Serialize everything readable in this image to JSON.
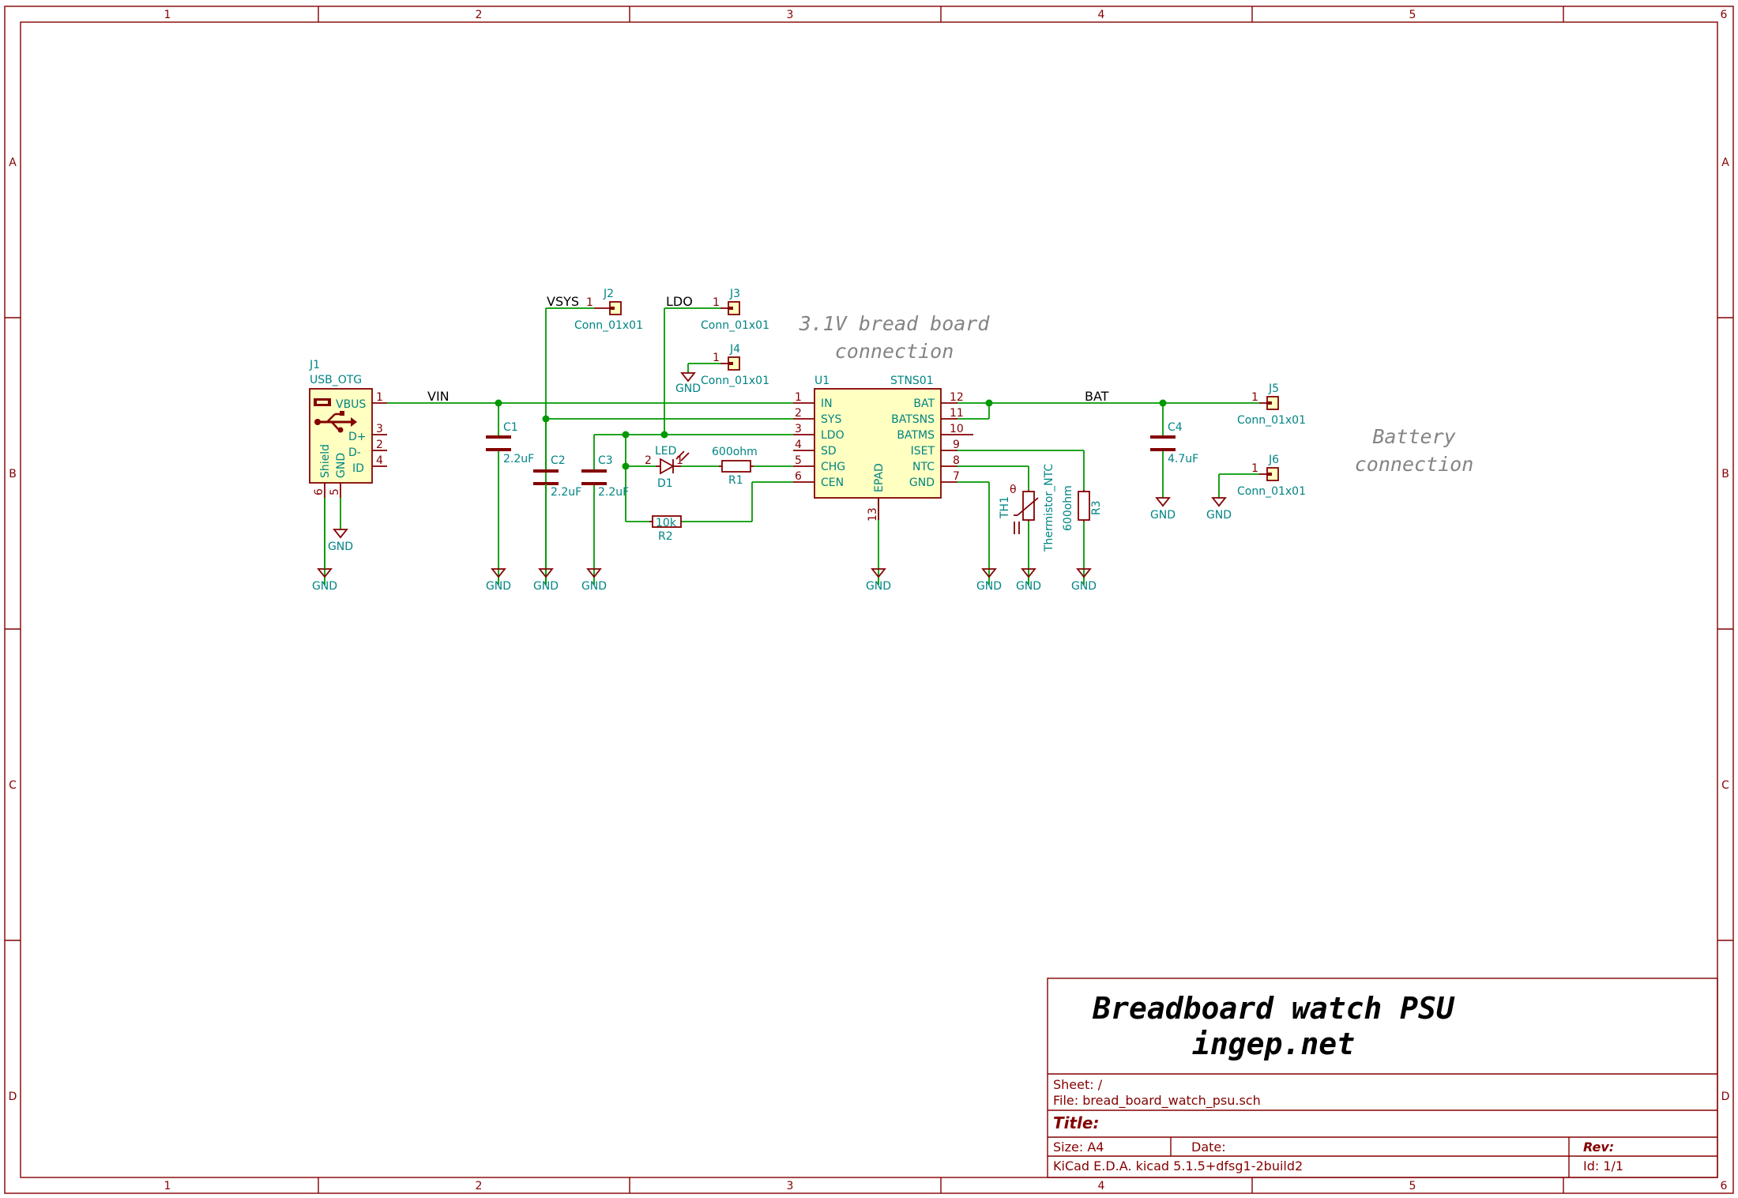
{
  "frame": {
    "columns": [
      "1",
      "2",
      "3",
      "4",
      "5",
      "6"
    ],
    "rows": [
      "A",
      "B",
      "C",
      "D"
    ]
  },
  "notes": {
    "board_line1": "3.1V bread board",
    "board_line2": "connection",
    "battery_line1": "Battery",
    "battery_line2": "connection"
  },
  "nets": {
    "vin": "VIN",
    "vsys": "VSYS",
    "ldo": "LDO",
    "bat": "BAT",
    "gnd": "GND"
  },
  "components": {
    "j1": {
      "ref": "J1",
      "value": "USB_OTG",
      "pins": [
        "VBUS",
        "D+",
        "D-",
        "ID",
        "Shield",
        "GND"
      ],
      "pin_numbers": [
        "1",
        "3",
        "2",
        "4",
        "6",
        "5"
      ]
    },
    "j2": {
      "ref": "J2",
      "value": "Conn_01x01",
      "pin": "1"
    },
    "j3": {
      "ref": "J3",
      "value": "Conn_01x01",
      "pin": "1"
    },
    "j4": {
      "ref": "J4",
      "value": "Conn_01x01",
      "pin": "1"
    },
    "j5": {
      "ref": "J5",
      "value": "Conn_01x01",
      "pin": "1"
    },
    "j6": {
      "ref": "J6",
      "value": "Conn_01x01",
      "pin": "1"
    },
    "c1": {
      "ref": "C1",
      "value": "2.2uF"
    },
    "c2": {
      "ref": "C2",
      "value": "2.2uF"
    },
    "c3": {
      "ref": "C3",
      "value": "2.2uF"
    },
    "c4": {
      "ref": "C4",
      "value": "4.7uF"
    },
    "d1": {
      "ref": "D1",
      "value": "LED",
      "pin_a": "2",
      "pin_k": "1"
    },
    "r1": {
      "ref": "R1",
      "value": "600ohm"
    },
    "r2": {
      "ref": "R2",
      "value": "10k"
    },
    "r3": {
      "ref": "R3",
      "value": "600ohm"
    },
    "th1": {
      "ref": "TH1",
      "value": "Thermistor_NTC"
    },
    "u1": {
      "ref": "U1",
      "value": "STNS01",
      "left_pins": [
        {
          "num": "1",
          "name": "IN"
        },
        {
          "num": "2",
          "name": "SYS"
        },
        {
          "num": "3",
          "name": "LDO"
        },
        {
          "num": "4",
          "name": "SD"
        },
        {
          "num": "5",
          "name": "CHG"
        },
        {
          "num": "6",
          "name": "CEN"
        }
      ],
      "right_pins": [
        {
          "num": "12",
          "name": "BAT"
        },
        {
          "num": "11",
          "name": "BATSNS"
        },
        {
          "num": "10",
          "name": "BATMS"
        },
        {
          "num": "9",
          "name": "ISET"
        },
        {
          "num": "8",
          "name": "NTC"
        },
        {
          "num": "7",
          "name": "GND"
        }
      ],
      "bottom_pin": {
        "num": "13",
        "name": "EPAD"
      }
    }
  },
  "title_block": {
    "big_title_line1": "Breadboard watch PSU",
    "big_title_line2": "ingep.net",
    "sheet": "Sheet: /",
    "file": "File: bread_board_watch_psu.sch",
    "title_label": "Title:",
    "size": "Size: A4",
    "date": "Date:",
    "rev": "Rev:",
    "tool": "KiCad E.D.A.  kicad 5.1.5+dfsg1-2build2",
    "id": "Id: 1/1"
  }
}
